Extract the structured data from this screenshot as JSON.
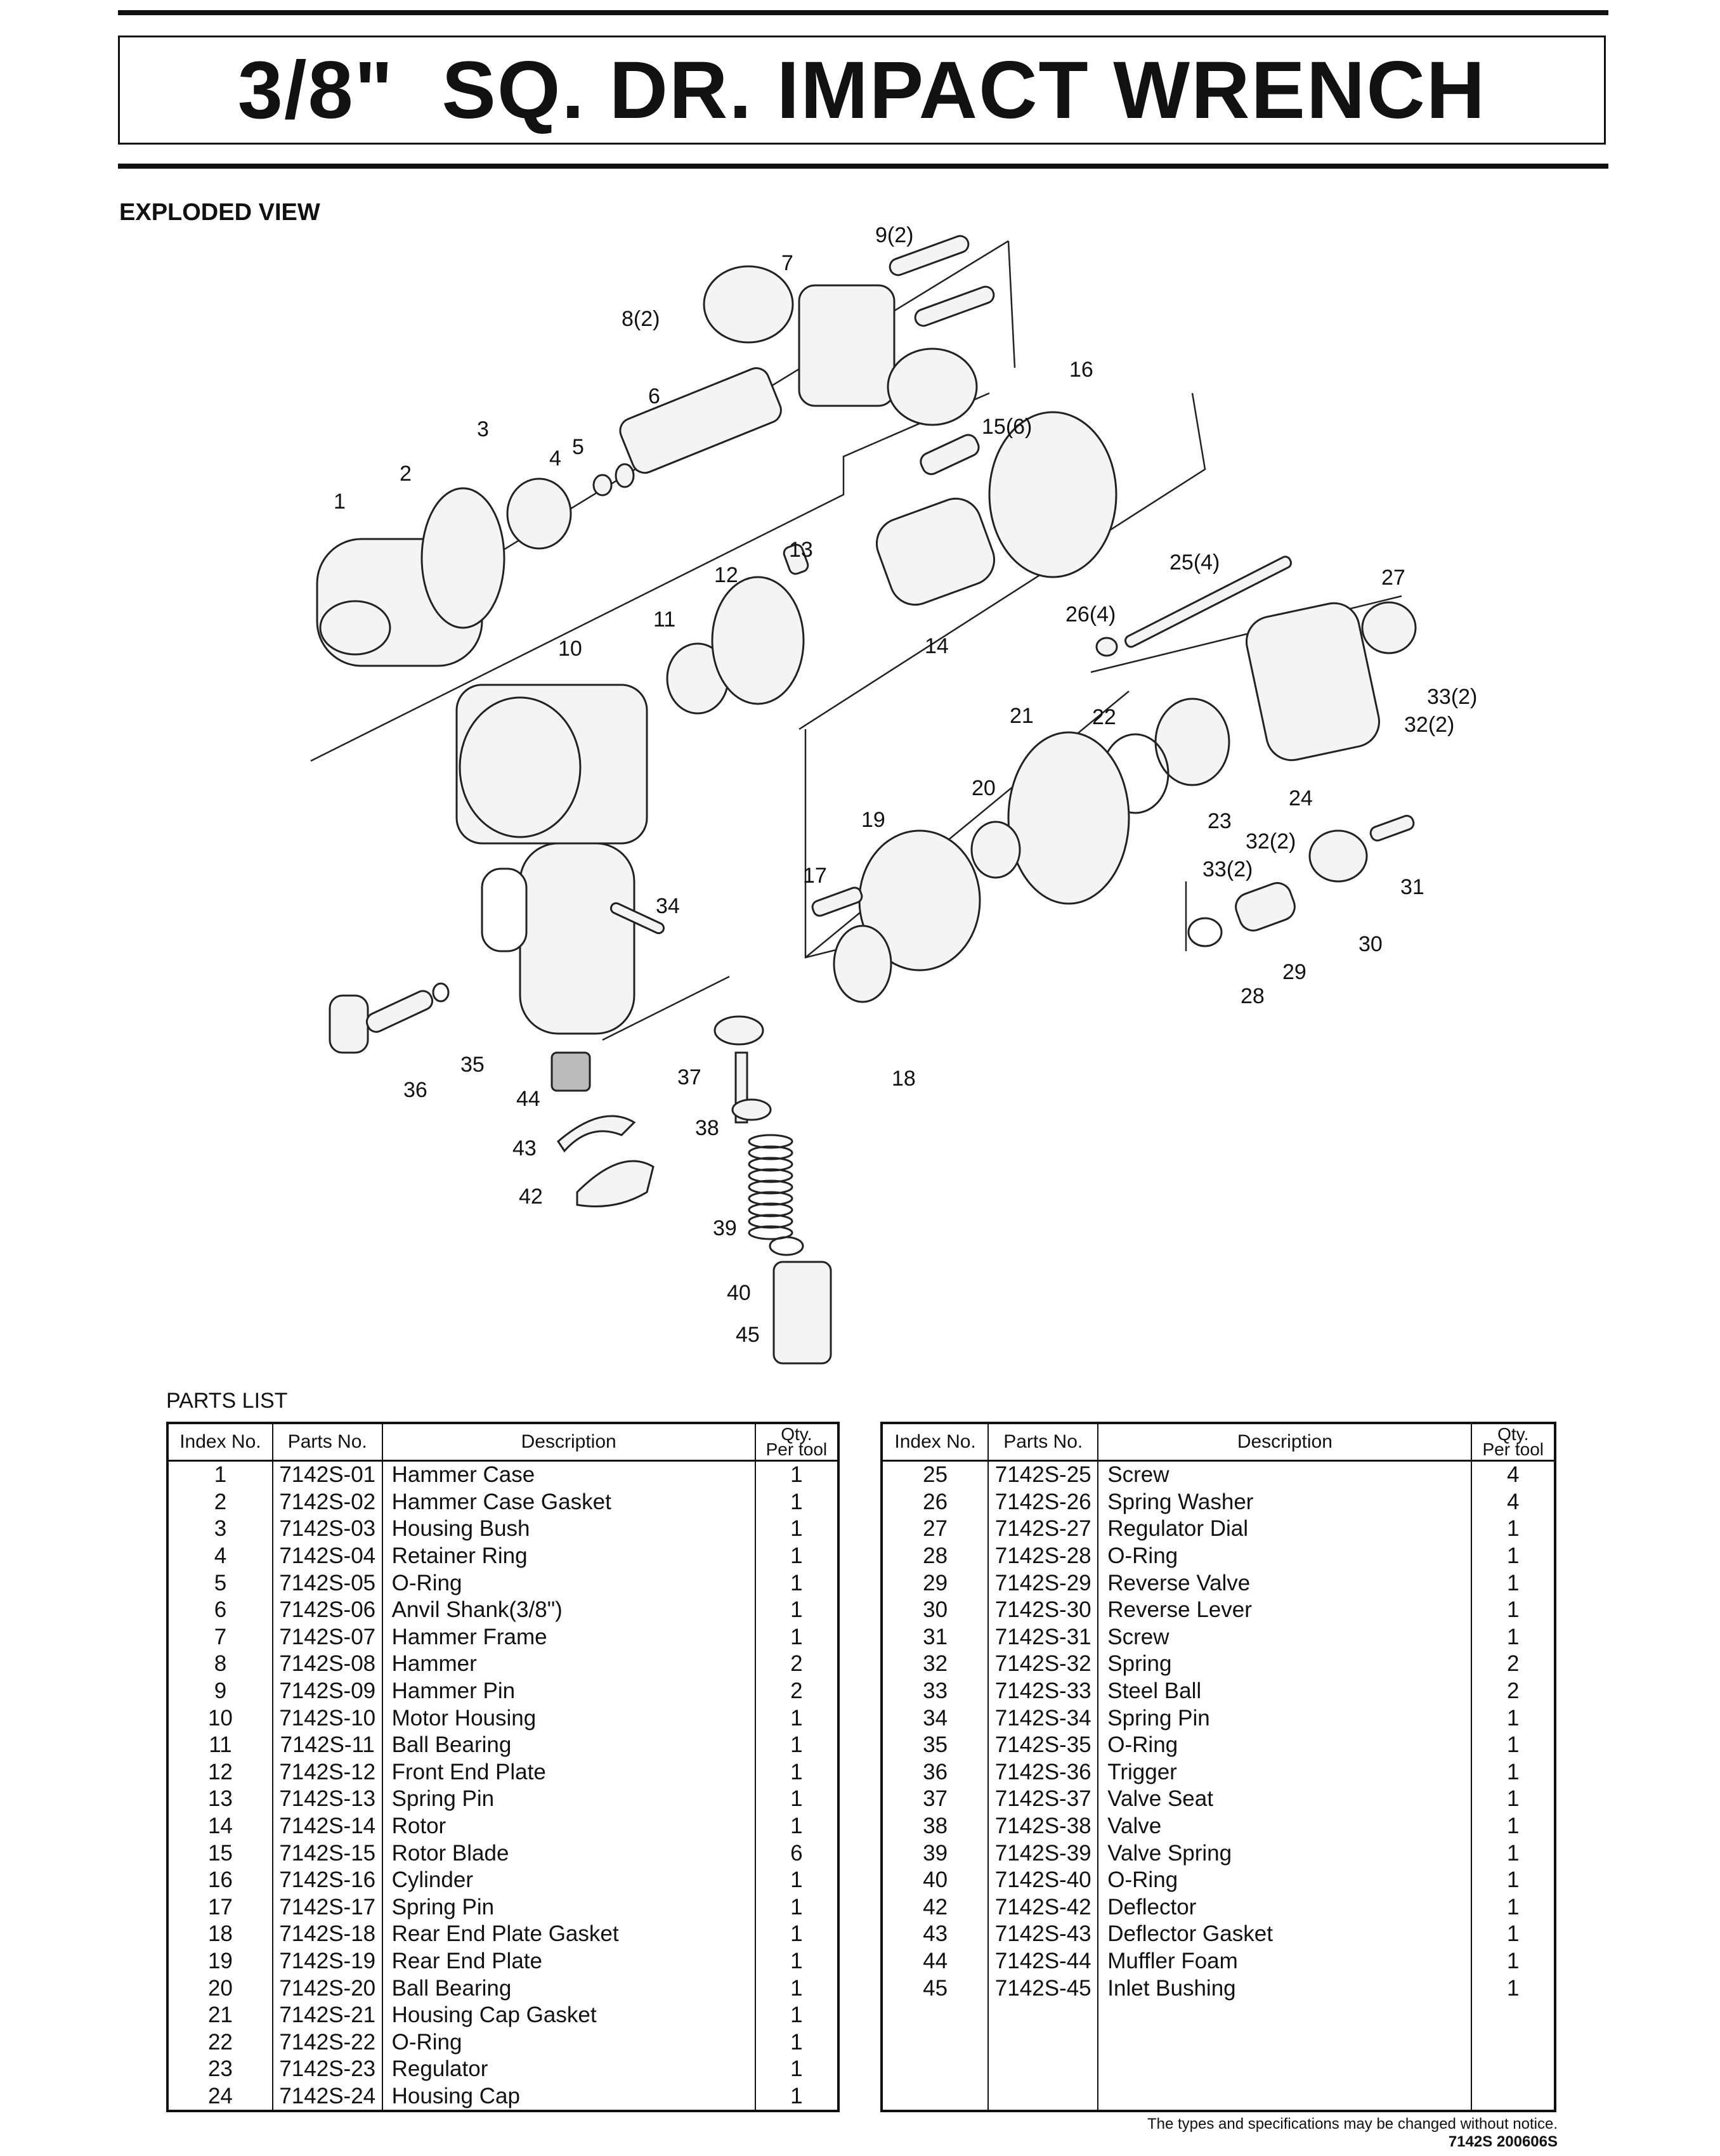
{
  "header": {
    "title": "3/8\"  SQ. DR. IMPACT WRENCH"
  },
  "exploded_view": {
    "label": "EXPLODED VIEW",
    "callouts": [
      "1",
      "2",
      "3",
      "4",
      "5",
      "6",
      "7",
      "8(2)",
      "9(2)",
      "10",
      "11",
      "12",
      "13",
      "14",
      "15(6)",
      "16",
      "17",
      "18",
      "19",
      "20",
      "21",
      "22",
      "23",
      "24",
      "25(4)",
      "26(4)",
      "27",
      "28",
      "29",
      "30",
      "31",
      "32(2)",
      "33(2)",
      "33(2)",
      "32(2)",
      "34",
      "35",
      "36",
      "37",
      "38",
      "39",
      "40",
      "42",
      "43",
      "44",
      "45"
    ]
  },
  "parts_list": {
    "label": "PARTS LIST",
    "headers": {
      "index": "Index No.",
      "part": "Parts No.",
      "desc": "Description",
      "qty_a": "Qty.",
      "qty_b": "Per tool"
    },
    "left": [
      [
        "1",
        "7142S-01",
        "Hammer Case",
        "1"
      ],
      [
        "2",
        "7142S-02",
        "Hammer Case Gasket",
        "1"
      ],
      [
        "3",
        "7142S-03",
        "Housing Bush",
        "1"
      ],
      [
        "4",
        "7142S-04",
        "Retainer Ring",
        "1"
      ],
      [
        "5",
        "7142S-05",
        "O-Ring",
        "1"
      ],
      [
        "6",
        "7142S-06",
        "Anvil Shank(3/8\")",
        "1"
      ],
      [
        "7",
        "7142S-07",
        "Hammer Frame",
        "1"
      ],
      [
        "8",
        "7142S-08",
        "Hammer",
        "2"
      ],
      [
        "9",
        "7142S-09",
        "Hammer Pin",
        "2"
      ],
      [
        "10",
        "7142S-10",
        "Motor Housing",
        "1"
      ],
      [
        "11",
        "7142S-11",
        "Ball Bearing",
        "1"
      ],
      [
        "12",
        "7142S-12",
        "Front End Plate",
        "1"
      ],
      [
        "13",
        "7142S-13",
        "Spring Pin",
        "1"
      ],
      [
        "14",
        "7142S-14",
        "Rotor",
        "1"
      ],
      [
        "15",
        "7142S-15",
        "Rotor Blade",
        "6"
      ],
      [
        "16",
        "7142S-16",
        "Cylinder",
        "1"
      ],
      [
        "17",
        "7142S-17",
        "Spring Pin",
        "1"
      ],
      [
        "18",
        "7142S-18",
        "Rear End Plate Gasket",
        "1"
      ],
      [
        "19",
        "7142S-19",
        "Rear End Plate",
        "1"
      ],
      [
        "20",
        "7142S-20",
        "Ball Bearing",
        "1"
      ],
      [
        "21",
        "7142S-21",
        "Housing Cap Gasket",
        "1"
      ],
      [
        "22",
        "7142S-22",
        "O-Ring",
        "1"
      ],
      [
        "23",
        "7142S-23",
        "Regulator",
        "1"
      ],
      [
        "24",
        "7142S-24",
        "Housing Cap",
        "1"
      ]
    ],
    "right": [
      [
        "25",
        "7142S-25",
        "Screw",
        "4"
      ],
      [
        "26",
        "7142S-26",
        "Spring Washer",
        "4"
      ],
      [
        "27",
        "7142S-27",
        "Regulator Dial",
        "1"
      ],
      [
        "28",
        "7142S-28",
        "O-Ring",
        "1"
      ],
      [
        "29",
        "7142S-29",
        "Reverse Valve",
        "1"
      ],
      [
        "30",
        "7142S-30",
        "Reverse Lever",
        "1"
      ],
      [
        "31",
        "7142S-31",
        "Screw",
        "1"
      ],
      [
        "32",
        "7142S-32",
        "Spring",
        "2"
      ],
      [
        "33",
        "7142S-33",
        "Steel Ball",
        "2"
      ],
      [
        "34",
        "7142S-34",
        "Spring Pin",
        "1"
      ],
      [
        "35",
        "7142S-35",
        "O-Ring",
        "1"
      ],
      [
        "36",
        "7142S-36",
        "Trigger",
        "1"
      ],
      [
        "37",
        "7142S-37",
        "Valve Seat",
        "1"
      ],
      [
        "38",
        "7142S-38",
        "Valve",
        "1"
      ],
      [
        "39",
        "7142S-39",
        "Valve Spring",
        "1"
      ],
      [
        "40",
        "7142S-40",
        "O-Ring",
        "1"
      ],
      [
        "42",
        "7142S-42",
        "Deflector",
        "1"
      ],
      [
        "43",
        "7142S-43",
        "Deflector Gasket",
        "1"
      ],
      [
        "44",
        "7142S-44",
        "Muffler Foam",
        "1"
      ],
      [
        "45",
        "7142S-45",
        "Inlet Bushing",
        "1"
      ],
      [
        "",
        "",
        "",
        ""
      ],
      [
        "",
        "",
        "",
        ""
      ],
      [
        "",
        "",
        "",
        ""
      ],
      [
        "",
        "",
        "",
        ""
      ]
    ]
  },
  "footer": {
    "notice": "The types and specifications may be changed without notice.",
    "code": "7142S 200606S"
  }
}
